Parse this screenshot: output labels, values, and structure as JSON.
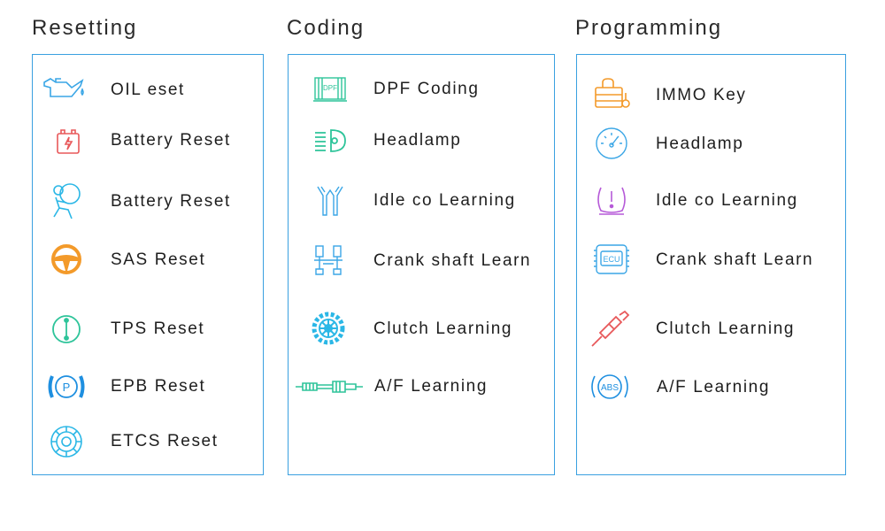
{
  "columns": [
    {
      "title": "Resetting",
      "items": [
        {
          "label": "OIL eset",
          "icon": "oil-can-icon",
          "color": "#3aa6e6"
        },
        {
          "label": "Battery Reset",
          "icon": "battery-icon",
          "color": "#e8585a"
        },
        {
          "label": "Battery Reset",
          "icon": "airbag-icon",
          "color": "#2bb7e6"
        },
        {
          "label": "SAS Reset",
          "icon": "steering-wheel-icon",
          "color": "#f39a2a"
        },
        {
          "label": "TPS Reset",
          "icon": "throttle-icon",
          "color": "#2ec49a"
        },
        {
          "label": "EPB Reset",
          "icon": "parking-brake-icon",
          "color": "#1e8fe0"
        },
        {
          "label": "ETCS Reset",
          "icon": "brake-disc-icon",
          "color": "#2bb7e6"
        }
      ]
    },
    {
      "title": "Coding",
      "items": [
        {
          "label": "DPF Coding",
          "icon": "dpf-filter-icon",
          "color": "#2ec49a"
        },
        {
          "label": "Headlamp",
          "icon": "headlamp-icon",
          "color": "#2ec49a"
        },
        {
          "label": "Idle co Learning",
          "icon": "injector-icon",
          "color": "#3aa6e6"
        },
        {
          "label": "Crank shaft Learn",
          "icon": "crankshaft-icon",
          "color": "#3aa6e6"
        },
        {
          "label": "Clutch Learning",
          "icon": "gear-icon",
          "color": "#2bb7e6"
        },
        {
          "label": "A/F Learning",
          "icon": "fuel-injector-icon",
          "color": "#2ec49a"
        }
      ]
    },
    {
      "title": "Programming",
      "items": [
        {
          "label": "IMMO Key",
          "icon": "immo-key-icon",
          "color": "#f39a2a"
        },
        {
          "label": "Headlamp",
          "icon": "gauge-icon",
          "color": "#3aa6e6"
        },
        {
          "label": "Idle co Learning",
          "icon": "tire-pressure-icon",
          "color": "#b65ad8"
        },
        {
          "label": "Crank shaft Learn",
          "icon": "ecu-chip-icon",
          "color": "#3aa6e6"
        },
        {
          "label": "Clutch Learning",
          "icon": "injector-red-icon",
          "color": "#e8585a"
        },
        {
          "label": "A/F Learning",
          "icon": "abs-icon",
          "color": "#1e8fe0"
        }
      ]
    }
  ]
}
